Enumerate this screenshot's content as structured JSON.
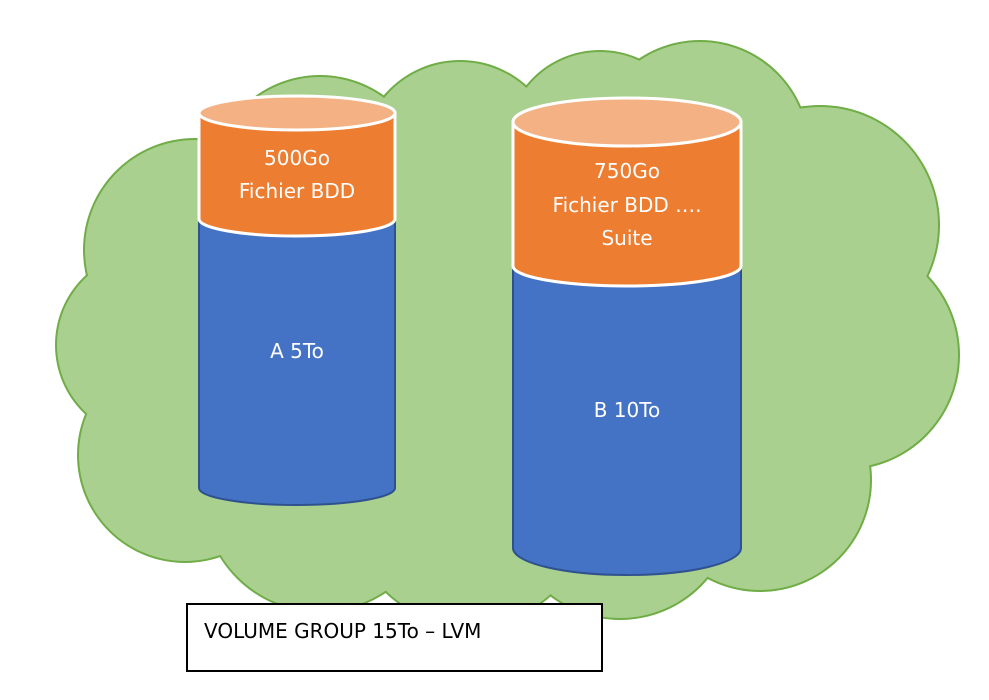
{
  "colors": {
    "cloud_fill": "#a9d08e",
    "cloud_stroke": "#70ad47",
    "disk_body": "#4472c4",
    "disk_body_stroke": "#2f528f",
    "file_body": "#ed7d31",
    "file_top": "#f4b183",
    "outline": "#ffffff"
  },
  "cloud": {
    "name": "volume-group-cloud"
  },
  "disk_a": {
    "file_line1": "500Go",
    "file_line2": "Fichier BDD",
    "label": "A 5To"
  },
  "disk_b": {
    "file_line1": "750Go",
    "file_line2": "Fichier BDD ….",
    "file_line3": "Suite",
    "label": "B 10To"
  },
  "caption": {
    "text": "VOLUME GROUP 15To – LVM"
  }
}
